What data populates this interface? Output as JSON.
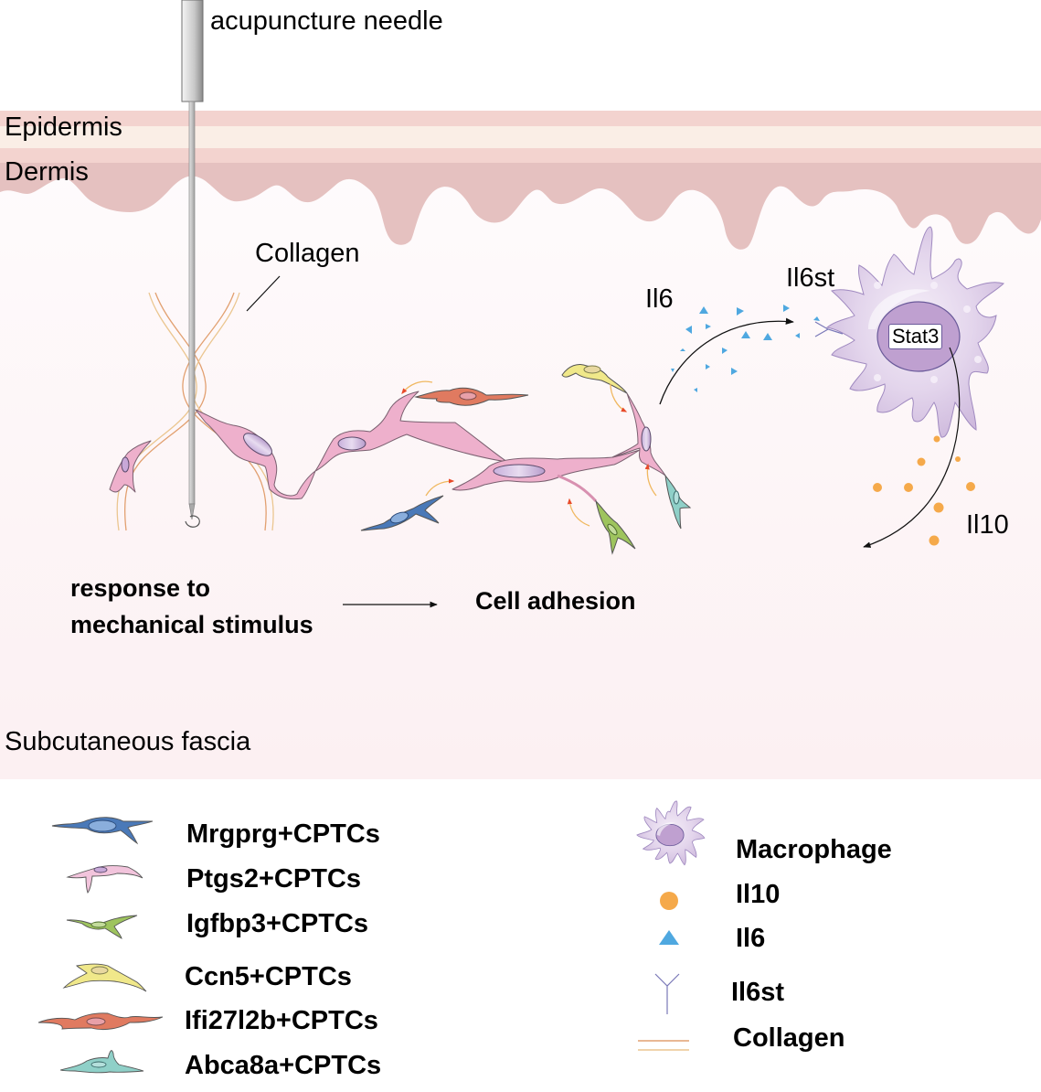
{
  "diagram": {
    "labels": {
      "needle": "acupuncture needle",
      "epidermis": "Epidermis",
      "dermis": "Dermis",
      "collagen": "Collagen",
      "il6": "Il6",
      "il6st": "Il6st",
      "stat3": "Stat3",
      "il10": "Il10",
      "response_line1": "response to",
      "response_line2": "mechanical stimulus",
      "cell_adhesion": "Cell adhesion",
      "subcutaneous": "Subcutaneous fascia"
    },
    "colors": {
      "epidermis_band": "#f3d3cf",
      "epidermis_light": "#faeee6",
      "dermis": "#e5c1c0",
      "fascia_bg": "#fcf1f2",
      "ptgs2_cell": "#eeb0cc",
      "mrgprg_cell": "#4a79b8",
      "igfbp3_cell": "#9ec45e",
      "ccn5_cell": "#f0e88a",
      "ifi27l2b_cell": "#e07a60",
      "abca8a_cell": "#8fd0c8",
      "macrophage": "#d6c4e0",
      "nucleus": "#b99bcb",
      "il10_dot": "#f5a94a",
      "il6_triangle": "#4fa8e0",
      "il6st_receptor": "#7a78b8",
      "collagen_line1": "#e2a070",
      "collagen_line2": "#ebc690"
    }
  },
  "legend": {
    "cells": [
      {
        "label": "Mrgprg+CPTCs",
        "color": "#4a79b8"
      },
      {
        "label": "Ptgs2+CPTCs",
        "color": "#f2c4dc"
      },
      {
        "label": "Igfbp3+CPTCs",
        "color": "#9ec45e"
      },
      {
        "label": "Ccn5+CPTCs",
        "color": "#f0e88a"
      },
      {
        "label": "Ifi27l2b+CPTCs",
        "color": "#e07a60"
      },
      {
        "label": "Abca8a+CPTCs",
        "color": "#8fd0c8"
      }
    ],
    "items": [
      {
        "label": "Macrophage",
        "icon": "macrophage-icon"
      },
      {
        "label": "Il10",
        "icon": "il10-dot-icon"
      },
      {
        "label": "Il6",
        "icon": "il6-triangle-icon"
      },
      {
        "label": "Il6st",
        "icon": "il6st-receptor-icon"
      },
      {
        "label": "Collagen",
        "icon": "collagen-lines-icon"
      }
    ]
  }
}
